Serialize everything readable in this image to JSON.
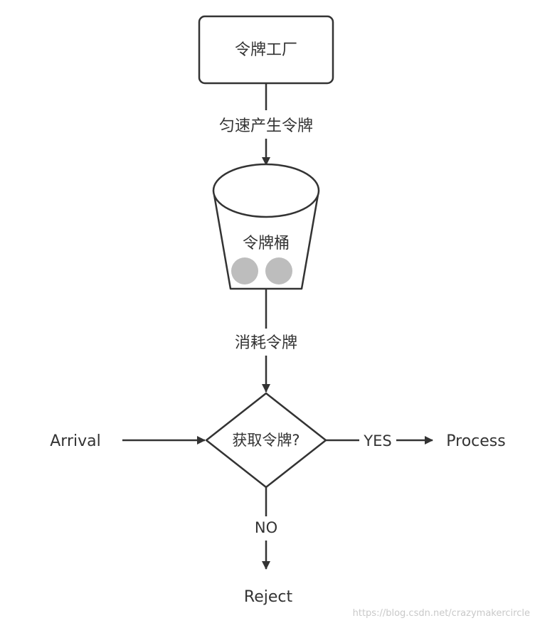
{
  "nodes": {
    "factory": "令牌工厂",
    "bucket": "令牌桶",
    "decision": "获取令牌?",
    "arrival": "Arrival",
    "process": "Process",
    "reject": "Reject"
  },
  "edges": {
    "factory_to_bucket": "匀速产生令牌",
    "bucket_to_decision": "消耗令牌",
    "yes": "YES",
    "no": "NO"
  },
  "bucket_tokens": 2,
  "colors": {
    "stroke": "#333333",
    "token": "#bdbdbd",
    "text": "#333333",
    "background": "#ffffff"
  },
  "watermark": "https://blog.csdn.net/crazymakercircle"
}
